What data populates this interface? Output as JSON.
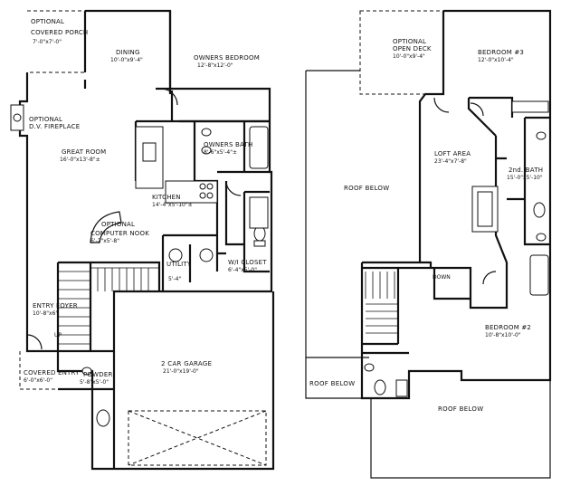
{
  "main_floor": {
    "porch": {
      "line1": "OPTIONAL",
      "line2": "COVERED PORCH",
      "dim": "7'-0\"x7'-0\""
    },
    "dining": {
      "name": "DINING",
      "dim": "10'-0\"x9'-4\""
    },
    "owners_bedroom": {
      "name": "OWNERS BEDROOM",
      "dim": "12'-8\"x12'-0\""
    },
    "fireplace": {
      "line1": "OPTIONAL",
      "line2": "D.V. FIREPLACE"
    },
    "great_room": {
      "name": "GREAT ROOM",
      "dim": "16'-0\"x13'-8\"±"
    },
    "owners_bath": {
      "name": "OWNERS BATH",
      "dim": "8'-6\"x5'-4\"±"
    },
    "kitchen": {
      "name": "KITCHEN",
      "dim": "14'-4\"x5'-10\"±"
    },
    "computer_nook": {
      "line1": "OPTIONAL",
      "line2": "COMPUTER NOOK",
      "dim": "6'-2\"x5'-8\""
    },
    "utility": {
      "name": "UTILITY",
      "dim": "5'-4\""
    },
    "wi_closet": {
      "name": "W/I CLOSET",
      "dim": "6'-4\"x5'-0\""
    },
    "entry_foyer": {
      "name": "ENTRY FOYER",
      "dim": "10'-8\"x6'"
    },
    "garage": {
      "name": "2 CAR GARAGE",
      "dim": "21'-0\"x19'-0\""
    },
    "covered_entry": {
      "name": "COVERED ENTRY",
      "dim": "6'-0\"x6'-0\""
    },
    "powder": {
      "name": "POWDER",
      "dim": "5'-8\"x5'-0\""
    },
    "up_label": "UP"
  },
  "upper_floor": {
    "open_deck": {
      "line1": "OPTIONAL",
      "line2": "OPEN DECK",
      "dim": "10'-0\"x9'-4\""
    },
    "bedroom3": {
      "name": "BEDROOM #3",
      "dim": "12'-0\"x10'-4\""
    },
    "roof_below_1": "ROOF BELOW",
    "loft": {
      "name": "LOFT AREA",
      "dim": "23'-4\"x7'-8\""
    },
    "bath": {
      "name": "2nd. BATH",
      "dim": "15'-0\"x5'-10\""
    },
    "down_label": "DOWN",
    "bedroom2": {
      "name": "BEDROOM #2",
      "dim": "10'-8\"x10'-0\""
    },
    "roof_below_2": "ROOF BELOW",
    "roof_below_3": "ROOF BELOW"
  }
}
